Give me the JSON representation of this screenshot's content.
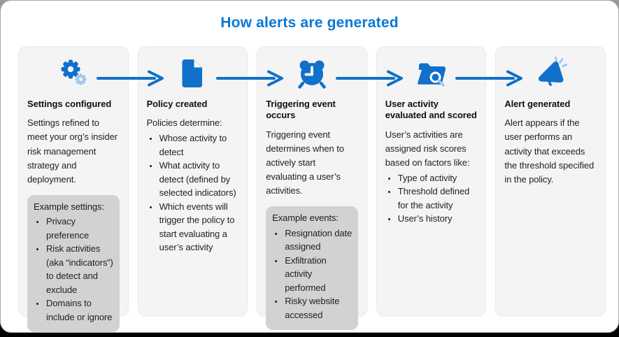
{
  "title": "How alerts are generated",
  "colors": {
    "accent_title": "#0878d4",
    "icon_blue": "#1070ca",
    "icon_light_blue": "#9dc9ee",
    "card_background": "#f5f4f4",
    "example_box_background": "#d2d2d2",
    "body_text": "#201f1e"
  },
  "steps": [
    {
      "icon": "gears-icon",
      "heading": "Settings configured",
      "intro": "Settings refined to meet your org’s insider risk management strategy and deployment.",
      "example": {
        "label": "Example settings:",
        "items": [
          "Privacy preference",
          "Risk activities (aka “indicators”) to detect and exclude",
          "Domains to include or ignore"
        ]
      }
    },
    {
      "icon": "document-icon",
      "heading": "Policy created",
      "intro": "Policies determine:",
      "bullets": [
        "Whose activity to detect",
        "What activity to detect (defined by selected indicators)",
        "Which events will trigger the policy to start evaluating a user’s activity"
      ]
    },
    {
      "icon": "alarm-clock-icon",
      "heading": "Triggering event occurs",
      "intro": "Triggering event determines when to actively start evaluating a user’s activities.",
      "example": {
        "label": "Example events:",
        "items": [
          "Resignation date assigned",
          "Exfiltration activity performed",
          "Risky website accessed"
        ]
      }
    },
    {
      "icon": "folder-search-icon",
      "heading": "User activity evaluated and scored",
      "intro": "User’s activities are assigned risk scores based on factors like:",
      "bullets": [
        "Type of activity",
        "Threshold defined for the activity",
        "User’s history"
      ]
    },
    {
      "icon": "megaphone-icon",
      "heading": "Alert generated",
      "intro": "Alert appears if the user performs an activity that exceeds the threshold specified in the policy."
    }
  ]
}
